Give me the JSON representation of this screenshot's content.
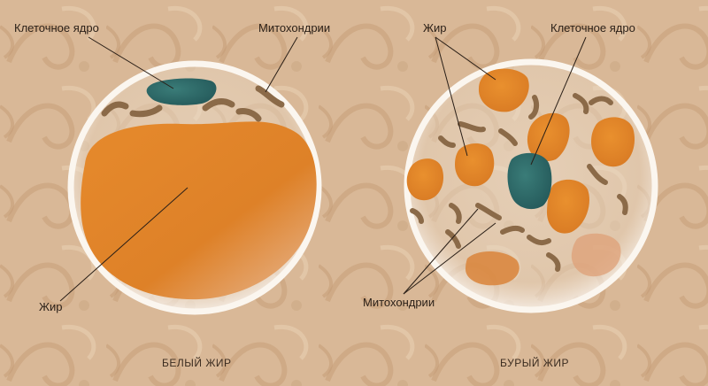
{
  "colors": {
    "background": "#d9b897",
    "fat": "#e0852a",
    "nucleus": "#2f6c6a",
    "mitochondria": "#8b6a48",
    "membrane": "#f7f1ea"
  },
  "white_fat": {
    "caption": "БЕЛЫЙ ЖИР",
    "labels": {
      "nucleus": "Клеточное ядро",
      "mitochondria": "Митохондрии",
      "fat": "Жир"
    }
  },
  "brown_fat": {
    "caption": "БУРЫЙ ЖИР",
    "labels": {
      "fat": "Жир",
      "nucleus": "Клеточное ядро",
      "mitochondria": "Митохондрии"
    }
  }
}
